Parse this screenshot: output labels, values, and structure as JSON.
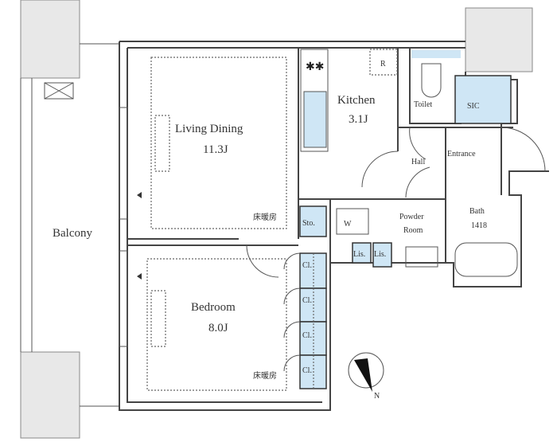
{
  "rooms": {
    "balcony": "Balcony",
    "living": {
      "name": "Living Dining",
      "size": "11.3J"
    },
    "kitchen": {
      "name": "Kitchen",
      "size": "3.1J"
    },
    "toilet": "Toilet",
    "sic": "SIC",
    "entrance": "Entrance",
    "hall": "Hall",
    "powder": {
      "line1": "Powder",
      "line2": "Room"
    },
    "bath": {
      "name": "Bath",
      "size": "1418"
    },
    "bedroom": {
      "name": "Bedroom",
      "size": "8.0J"
    }
  },
  "fixtures": {
    "storage": "Sto.",
    "closet": "Cl.",
    "linen": "Lis.",
    "washer": "W",
    "refrigerator": "R",
    "floor_heating": "床暖房"
  },
  "compass": "N",
  "colors": {
    "storage_fill": "#cfe6f5",
    "wall": "#444444",
    "outdoor": "#e8e8e8"
  }
}
